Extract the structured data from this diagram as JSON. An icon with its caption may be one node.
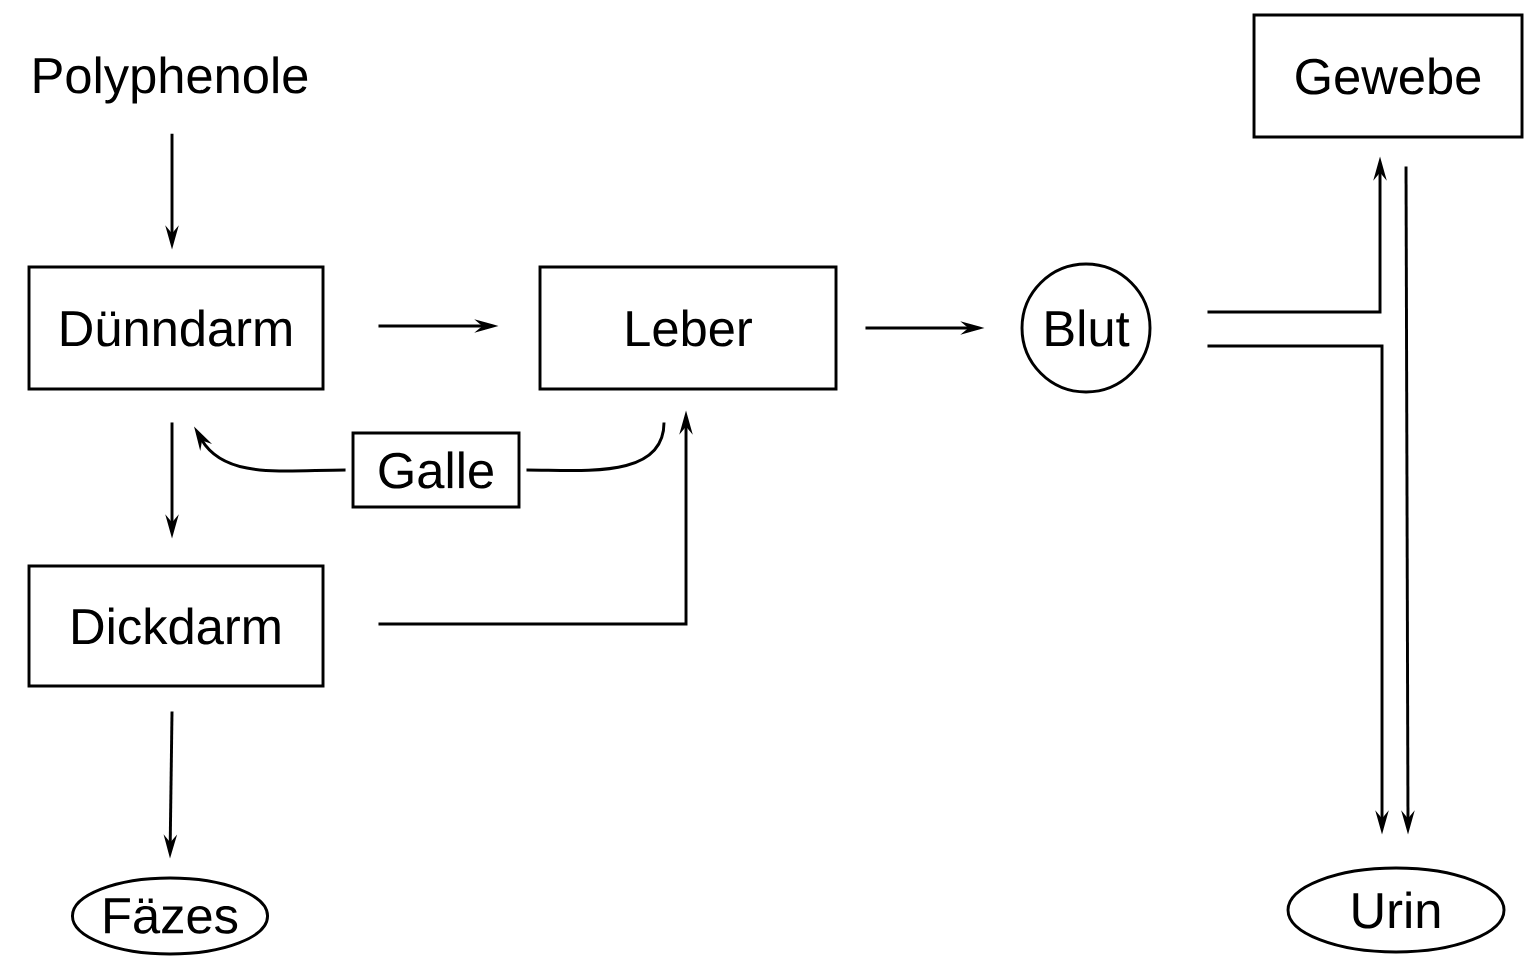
{
  "diagram": {
    "nodes": [
      {
        "text": [
          "Polyphenole"
        ]
      },
      {
        "text": [
          "Dünndarm"
        ]
      },
      {
        "text": [
          "Leber"
        ]
      },
      {
        "text": [
          "Blut"
        ]
      },
      {
        "text": [
          "Gewebe"
        ]
      },
      {
        "text": [
          "Galle"
        ]
      },
      {
        "text": [
          "Dickdarm"
        ]
      },
      {
        "text": [
          "Fäzes"
        ]
      },
      {
        "text": [
          "Urin"
        ]
      }
    ],
    "edges": [
      {
        "from": 0,
        "to": 1,
        "arrow": "to"
      },
      {
        "from": 1,
        "to": 2,
        "arrow": "to"
      },
      {
        "from": 2,
        "to": 3,
        "arrow": "to"
      },
      {
        "from": 3,
        "to": 4,
        "arrow": "to"
      },
      {
        "from": 3,
        "to": 8,
        "arrow": "to"
      },
      {
        "from": 4,
        "to": 8,
        "arrow": "to"
      },
      {
        "from": 2,
        "to": 5,
        "arrow": "none"
      },
      {
        "from": 5,
        "to": 1,
        "arrow": "to"
      },
      {
        "from": 1,
        "to": 6,
        "arrow": "to"
      },
      {
        "from": 6,
        "to": 2,
        "arrow": "to"
      },
      {
        "from": 6,
        "to": 7,
        "arrow": "to"
      }
    ]
  }
}
